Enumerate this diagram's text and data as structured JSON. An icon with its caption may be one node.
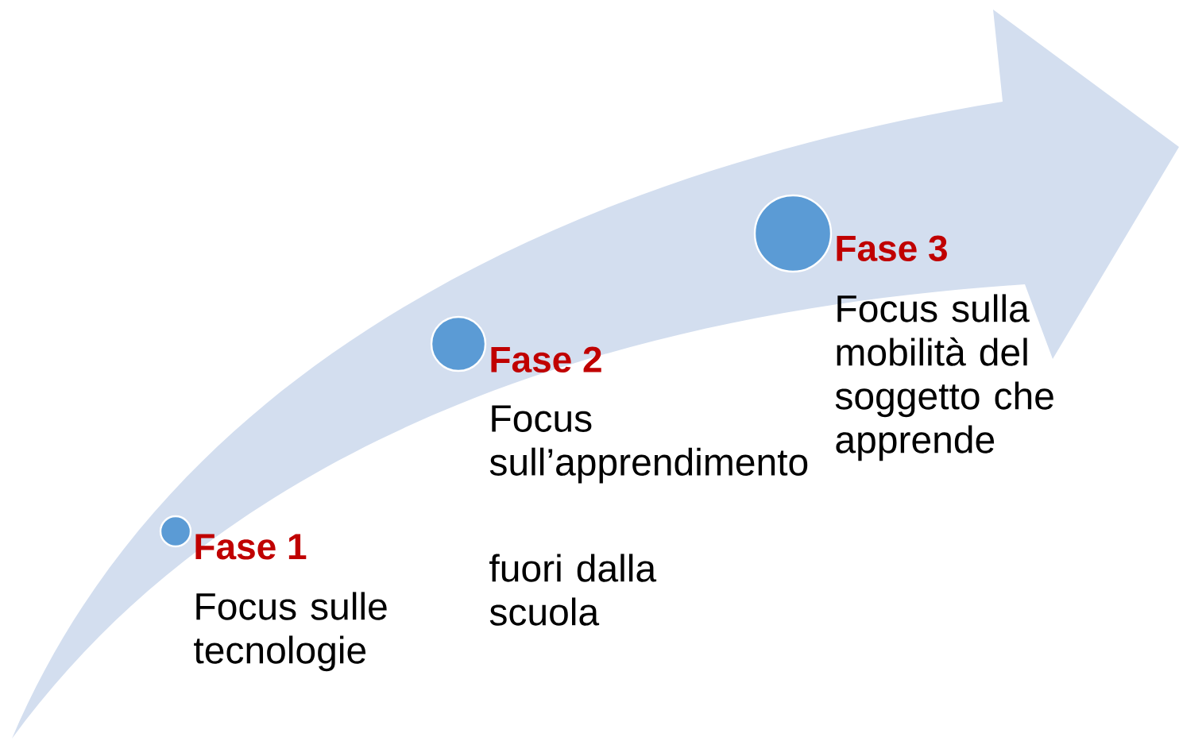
{
  "diagram": {
    "nodes": [
      {
        "text": [],
        "shape": "circle",
        "beside": [
          "Fase 1",
          "Focus sulle tecnologie"
        ]
      },
      {
        "text": [],
        "shape": "circle",
        "beside": [
          "Fase 2",
          "Focus sull’apprendimento",
          "fuori dalla scuola"
        ]
      },
      {
        "text": [],
        "shape": "circle",
        "beside": [
          "Fase 3",
          "Focus sulla mobilità del soggetto che apprende"
        ]
      }
    ]
  }
}
